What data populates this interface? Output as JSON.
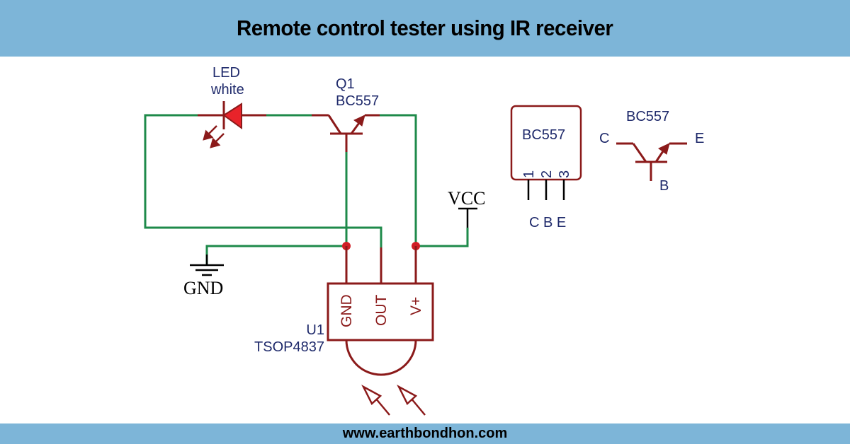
{
  "header": {
    "title": "Remote control tester using IR receiver"
  },
  "footer": {
    "website": "www.earthbondhon.com"
  },
  "colors": {
    "banner": "#7db5d8",
    "wire": "#1e8a4a",
    "component": "#8b1a1a",
    "led_fill": "#e8232a",
    "junction": "#d01e25",
    "label": "#1f2a6b"
  },
  "schematic": {
    "led": {
      "name": "LED",
      "value": "white"
    },
    "q1": {
      "ref": "Q1",
      "value": "BC557"
    },
    "u1": {
      "ref": "U1",
      "value": "TSOP4837",
      "pins": [
        "GND",
        "OUT",
        "V+"
      ]
    },
    "vcc": {
      "label": "VCC"
    },
    "gnd": {
      "label": "GND"
    }
  },
  "pinout": {
    "package_label": "BC557",
    "pin_numbers": [
      "1",
      "2",
      "3"
    ],
    "pin_names": "C B E",
    "symbol_title": "BC557",
    "symbol_pins": {
      "c": "C",
      "e": "E",
      "b": "B"
    }
  }
}
